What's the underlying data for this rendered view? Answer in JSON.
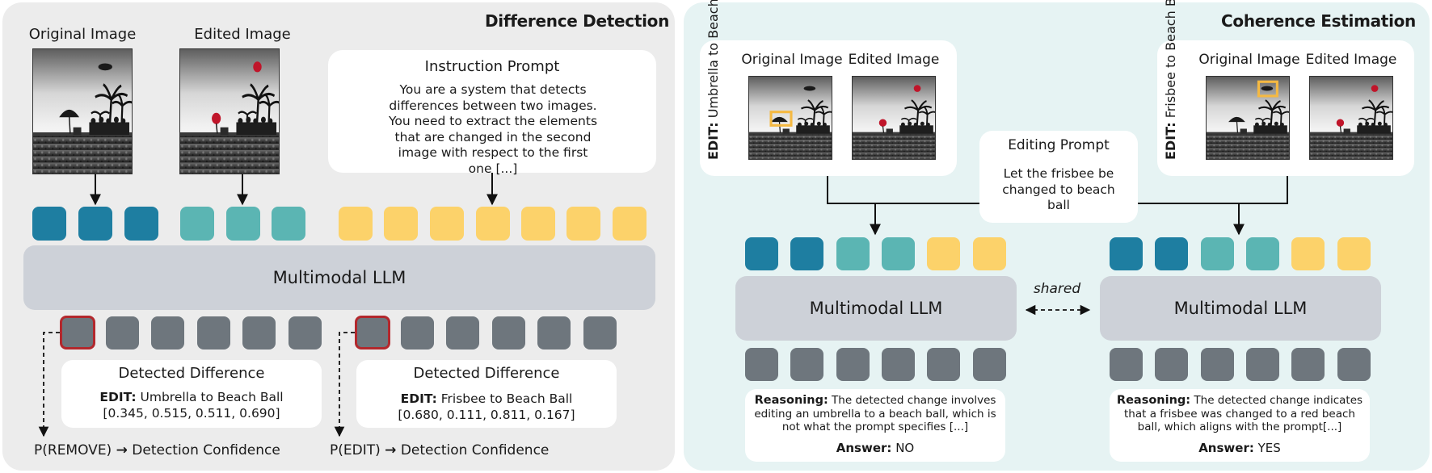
{
  "left": {
    "title": "Difference Detection",
    "original_label": "Original Image",
    "edited_label": "Edited Image",
    "instruction_title": "Instruction Prompt",
    "instruction_text": "You are a system that detects differences between two images. You need to extract the elements that are changed in the second image with respect to the first one [...]",
    "llm_label": "Multimodal LLM",
    "result1": {
      "title": "Detected Difference",
      "edit_key": "EDIT:",
      "edit_value": " Umbrella to Beach Ball",
      "coords": "[0.345, 0.515, 0.511, 0.690]",
      "prob": "P(REMOVE)",
      "arrow": "→",
      "conf": "Detection Confidence"
    },
    "result2": {
      "title": "Detected Difference",
      "edit_key": "EDIT:",
      "edit_value": " Frisbee to Beach Ball",
      "coords": "[0.680, 0.111, 0.811, 0.167]",
      "prob": "P(EDIT)",
      "arrow": "→",
      "conf": "Detection Confidence"
    }
  },
  "right": {
    "title": "Coherence Estimation",
    "edit1_key": "EDIT:",
    "edit1_value": " Umbrella to Beach Ball",
    "edit2_key": "EDIT:",
    "edit2_value": " Frisbee to Beach Ball",
    "original_label": "Original Image",
    "edited_label": "Edited Image",
    "editing_title": "Editing Prompt",
    "editing_text": "Let the frisbee be changed to beach ball",
    "llm_label": "Multimodal LLM",
    "shared_label": "shared",
    "answer1": {
      "reasoning_key": "Reasoning:",
      "reasoning_text": " The detected change involves editing an umbrella to a beach ball, which is not what the prompt specifies [...]",
      "answer_key": "Answer:",
      "answer_value": " NO"
    },
    "answer2": {
      "reasoning_key": "Reasoning:",
      "reasoning_text": " The detected change indicates that a frisbee was changed to a red beach ball, which aligns with the prompt[...]",
      "answer_key": "Answer:",
      "answer_value": " YES"
    }
  },
  "colors": {
    "left_panel_bg": "#ececec",
    "right_panel_bg": "#e6f3f3",
    "token_blue": "#1e7ea1",
    "token_teal": "#5bb5b3",
    "token_yellow": "#fcd26a",
    "token_gray": "#6e767d",
    "selected_border": "#b3282d",
    "bbox_highlight": "#f5b942",
    "ball_red": "#c0152a"
  }
}
